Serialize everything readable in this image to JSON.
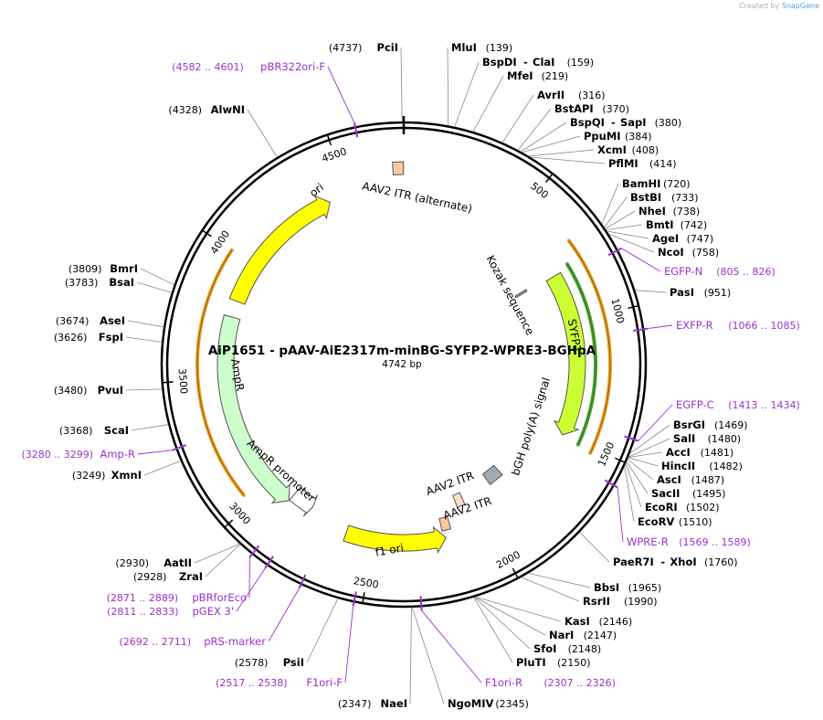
{
  "credit": {
    "prefix": "Created by",
    "brand": "SnapGene"
  },
  "plasmid": {
    "name": "AiP1651 - pAAV-AiE2317m-minBG-SYFP2-WPRE3-BGHpA",
    "length_label": "4742 bp",
    "length": 4742
  },
  "ticks": [
    {
      "label": "500",
      "pos": 500
    },
    {
      "label": "1000",
      "pos": 1000
    },
    {
      "label": "1500",
      "pos": 1500
    },
    {
      "label": "2000",
      "pos": 2000
    },
    {
      "label": "2500",
      "pos": 2500
    },
    {
      "label": "3000",
      "pos": 3000
    },
    {
      "label": "3500",
      "pos": 3500
    },
    {
      "label": "4000",
      "pos": 4000
    },
    {
      "label": "4500",
      "pos": 4500
    }
  ],
  "features": [
    {
      "name": "ori",
      "start": 3830,
      "end": 4420,
      "strand": 1,
      "color": "#ffff00",
      "kind": "arrow"
    },
    {
      "name": "AAV2 ITR (alternate)",
      "start": 4700,
      "end": 4741,
      "strand": 0,
      "color": "#f8c8a0",
      "kind": "box"
    },
    {
      "name": "Kozak sequence",
      "start": 770,
      "end": 780,
      "strand": 0,
      "color": "#a0a0a0",
      "kind": "box"
    },
    {
      "name": "SYFP2",
      "start": 785,
      "end": 1500,
      "strand": 1,
      "color": "#ccff33",
      "kind": "arrow"
    },
    {
      "name": "bGH poly(A) signal",
      "start": 1820,
      "end": 1900,
      "strand": 0,
      "color": "#a0a8b0",
      "kind": "box"
    },
    {
      "name": "AAV2 ITR",
      "start": 2060,
      "end": 2100,
      "strand": 0,
      "color": "#fde0c0",
      "kind": "box"
    },
    {
      "name": "AAV2 ITR",
      "start": 2160,
      "end": 2200,
      "strand": 0,
      "color": "#f8c8a0",
      "kind": "box"
    },
    {
      "name": "f1 ori",
      "start": 2190,
      "end": 2620,
      "strand": -1,
      "color": "#ffff00",
      "kind": "arrow"
    },
    {
      "name": "AmpR promoter",
      "start": 2800,
      "end": 2900,
      "strand": -1,
      "color": "#ffffff",
      "kind": "arrow"
    },
    {
      "name": "AmpR",
      "start": 2900,
      "end": 3760,
      "strand": -1,
      "color": "#ccffcc",
      "kind": "arrow"
    }
  ],
  "sites": [
    {
      "name": "PciI",
      "pos": "(4737)"
    },
    {
      "name": "MluI",
      "pos": "(139)"
    },
    {
      "name": "BspDI",
      "name2": "ClaI",
      "pos": "(159)"
    },
    {
      "name": "MfeI",
      "pos": "(219)"
    },
    {
      "name": "AvrII",
      "pos": "(316)"
    },
    {
      "name": "BstAPI",
      "pos": "(370)"
    },
    {
      "name": "BspQI",
      "name2": "SapI",
      "pos": "(380)"
    },
    {
      "name": "PpuMI",
      "pos": "(384)"
    },
    {
      "name": "XcmI",
      "pos": "(408)"
    },
    {
      "name": "PflMI",
      "pos": "(414)"
    },
    {
      "name": "BamHI",
      "pos": "(720)"
    },
    {
      "name": "BstBI",
      "pos": "(733)"
    },
    {
      "name": "NheI",
      "pos": "(738)"
    },
    {
      "name": "BmtI",
      "pos": "(742)"
    },
    {
      "name": "AgeI",
      "pos": "(747)"
    },
    {
      "name": "NcoI",
      "pos": "(758)"
    },
    {
      "name": "PasI",
      "pos": "(951)"
    },
    {
      "name": "BsrGI",
      "pos": "(1469)"
    },
    {
      "name": "SalI",
      "pos": "(1480)"
    },
    {
      "name": "AccI",
      "pos": "(1481)"
    },
    {
      "name": "HincII",
      "pos": "(1482)"
    },
    {
      "name": "AscI",
      "pos": "(1487)"
    },
    {
      "name": "SacII",
      "pos": "(1495)"
    },
    {
      "name": "EcoRI",
      "pos": "(1502)"
    },
    {
      "name": "EcoRV",
      "pos": "(1510)"
    },
    {
      "name": "PaeR7I",
      "name2": "XhoI",
      "pos": "(1760)"
    },
    {
      "name": "BbsI",
      "pos": "(1965)"
    },
    {
      "name": "RsrII",
      "pos": "(1990)"
    },
    {
      "name": "KasI",
      "pos": "(2146)"
    },
    {
      "name": "NarI",
      "pos": "(2147)"
    },
    {
      "name": "SfoI",
      "pos": "(2148)"
    },
    {
      "name": "PluTI",
      "pos": "(2150)"
    },
    {
      "name": "NgoMIV",
      "pos": "(2345)"
    },
    {
      "name": "NaeI",
      "pos": "(2347)"
    },
    {
      "name": "PsiI",
      "pos": "(2578)"
    },
    {
      "name": "ZraI",
      "pos": "(2928)"
    },
    {
      "name": "AatII",
      "pos": "(2930)"
    },
    {
      "name": "XmnI",
      "pos": "(3249)"
    },
    {
      "name": "ScaI",
      "pos": "(3368)"
    },
    {
      "name": "PvuI",
      "pos": "(3480)"
    },
    {
      "name": "FspI",
      "pos": "(3626)"
    },
    {
      "name": "AseI",
      "pos": "(3674)"
    },
    {
      "name": "BsaI",
      "pos": "(3783)"
    },
    {
      "name": "BmrI",
      "pos": "(3809)"
    },
    {
      "name": "AlwNI",
      "pos": "(4328)"
    }
  ],
  "primers": [
    {
      "name": "pBR322ori-F",
      "range": "(4582 .. 4601)",
      "pos": 4590
    },
    {
      "name": "EGFP-N",
      "range": "(805 .. 826)",
      "pos": 815
    },
    {
      "name": "EXFP-R",
      "range": "(1066 .. 1085)",
      "pos": 1075
    },
    {
      "name": "EGFP-C",
      "range": "(1413 .. 1434)",
      "pos": 1423
    },
    {
      "name": "WPRE-R",
      "range": "(1569 .. 1589)",
      "pos": 1579
    },
    {
      "name": "F1ori-R",
      "range": "(2307 .. 2326)",
      "pos": 2316
    },
    {
      "name": "F1ori-F",
      "range": "(2517 .. 2538)",
      "pos": 2527
    },
    {
      "name": "pRS-marker",
      "range": "(2692 .. 2711)",
      "pos": 2701
    },
    {
      "name": "pGEX 3'",
      "range": "(2811 .. 2833)",
      "pos": 2822
    },
    {
      "name": "pBRforEco",
      "range": "(2871 .. 2889)",
      "pos": 2880
    },
    {
      "name": "Amp-R",
      "range": "(3280 .. 3299)",
      "pos": 3289
    }
  ],
  "colors": {
    "site_text": "#000000",
    "primer_text": "#9933cc",
    "backbone": "#000000",
    "orange_track": "#e8a020",
    "green_track": "#33aa33"
  }
}
